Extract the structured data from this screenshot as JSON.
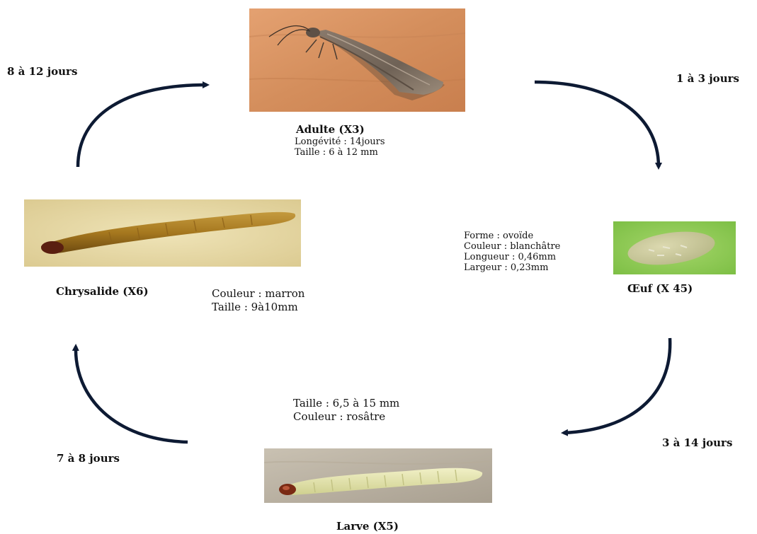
{
  "durations": {
    "chrysalide_to_adulte": "8 à 12 jours",
    "adulte_to_oeuf": "1 à 3 jours",
    "oeuf_to_larve": "3 à 14 jours",
    "larve_to_chrysalide": "7 à 8 jours"
  },
  "adulte": {
    "title": "Adulte (X3)",
    "lines": [
      "Longévité : 14jours",
      "Taille : 6 à 12 mm"
    ],
    "image": "moth-photo"
  },
  "oeuf": {
    "title": "Œuf (X 45)",
    "lines": [
      "Forme : ovoïde",
      "Couleur : blanchâtre",
      "Longueur : 0,46mm",
      "Largeur : 0,23mm"
    ],
    "image": "egg-photo"
  },
  "larve": {
    "title": "Larve (X5)",
    "lines": [
      "Taille : 6,5 à 15 mm",
      "Couleur : rosâtre"
    ],
    "image": "larva-photo"
  },
  "chrysalide": {
    "title": "Chrysalide (X6)",
    "lines": [
      "Couleur : marron",
      "Taille : 9à10mm"
    ],
    "image": "pupa-photo"
  },
  "colors": {
    "arrow": "#0d1a33",
    "text": "#111111"
  }
}
